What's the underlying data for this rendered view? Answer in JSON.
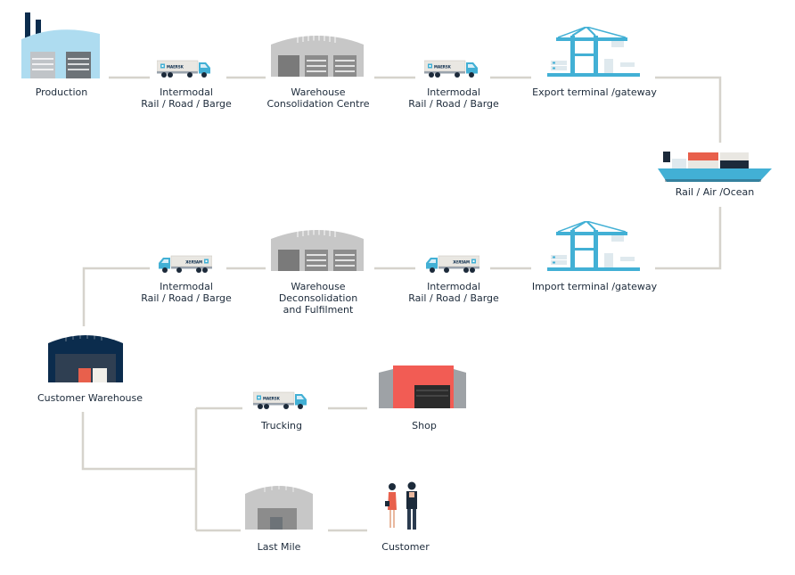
{
  "diagram": {
    "colors": {
      "connector": "#d6d3cc",
      "maersk_blue": "#42b0d5",
      "navy": "#0b2c4d",
      "factory_light": "#aedcf0",
      "warehouse_grey": "#b9b9b9",
      "shop_red": "#f25c54",
      "container_red": "#e8604c"
    },
    "container_brand": "MAERSK",
    "nodes": {
      "production": {
        "icon": "factory-icon",
        "lines": [
          "Production"
        ]
      },
      "intermodal_1": {
        "icon": "truck-icon",
        "lines": [
          "Intermodal",
          "Rail / Road / Barge"
        ]
      },
      "warehouse_consolidation": {
        "icon": "warehouse-icon",
        "lines": [
          "Warehouse",
          "Consolidation Centre"
        ]
      },
      "intermodal_2": {
        "icon": "truck-icon",
        "lines": [
          "Intermodal",
          "Rail / Road / Barge"
        ]
      },
      "export_terminal": {
        "icon": "port-crane-icon",
        "lines": [
          "Export terminal /gateway"
        ]
      },
      "rail_air_ocean": {
        "icon": "container-ship-icon",
        "lines": [
          "Rail / Air /Ocean"
        ]
      },
      "import_terminal": {
        "icon": "port-crane-icon",
        "lines": [
          "Import terminal /gateway"
        ]
      },
      "intermodal_3": {
        "icon": "truck-icon",
        "lines": [
          "Intermodal",
          "Rail / Road / Barge"
        ]
      },
      "warehouse_deconsolidation": {
        "icon": "warehouse-icon",
        "lines": [
          "Warehouse",
          "Deconsolidation",
          "and Fulfilment"
        ]
      },
      "intermodal_4": {
        "icon": "truck-icon",
        "lines": [
          "Intermodal",
          "Rail / Road / Barge"
        ]
      },
      "customer_warehouse": {
        "icon": "customer-warehouse-icon",
        "lines": [
          "Customer Warehouse"
        ]
      },
      "trucking": {
        "icon": "truck-icon",
        "lines": [
          "Trucking"
        ]
      },
      "shop": {
        "icon": "shop-icon",
        "lines": [
          "Shop"
        ]
      },
      "last_mile": {
        "icon": "small-warehouse-icon",
        "lines": [
          "Last Mile"
        ]
      },
      "customer": {
        "icon": "people-icon",
        "lines": [
          "Customer"
        ]
      }
    }
  }
}
